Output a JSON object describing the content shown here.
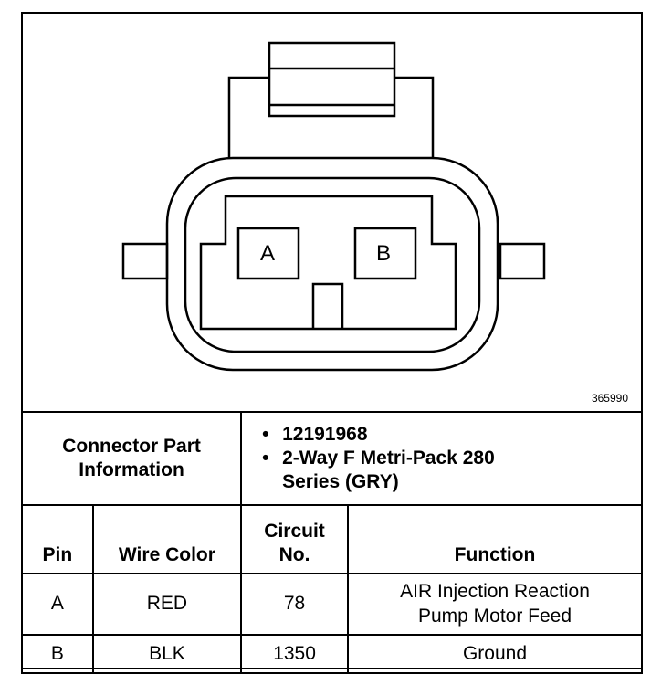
{
  "diagram": {
    "pin_labels": [
      "A",
      "B"
    ],
    "figure_id": "365990"
  },
  "table": {
    "info_label": "Connector Part Information",
    "info_items": [
      "12191968",
      "2-Way F Metri-Pack 280 Series (GRY)"
    ],
    "headers": [
      "Pin",
      "Wire Color",
      "Circuit No.",
      "Function"
    ],
    "rows": [
      {
        "pin": "A",
        "wire_color": "RED",
        "circuit": "78",
        "function": "AIR Injection Reaction Pump Motor Feed"
      },
      {
        "pin": "B",
        "wire_color": "BLK",
        "circuit": "1350",
        "function": "Ground"
      }
    ]
  }
}
